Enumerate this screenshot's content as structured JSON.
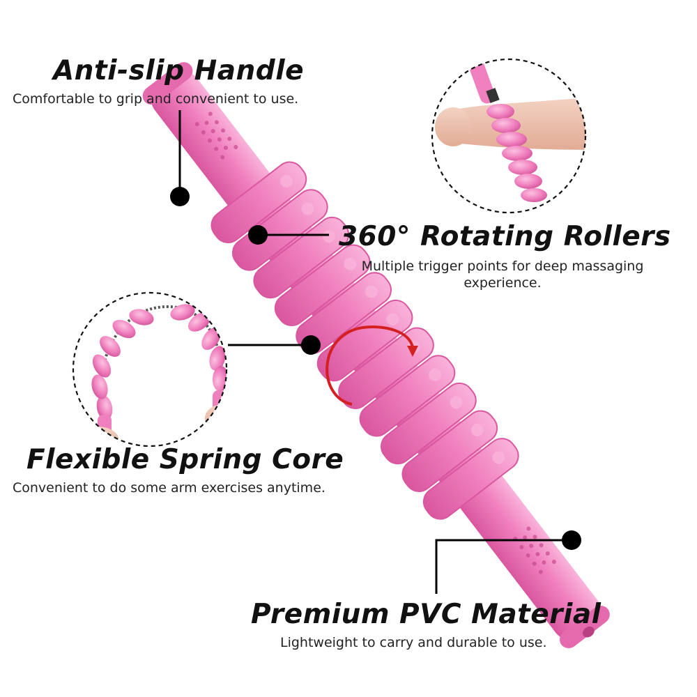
{
  "features": {
    "handle": {
      "title": "Anti-slip Handle",
      "desc": "Comfortable to grip and convenient to use."
    },
    "rollers": {
      "title": "360° Rotating Rollers",
      "desc": "Multiple trigger points for deep massaging experience."
    },
    "spring": {
      "title": "Flexible Spring Core",
      "desc": "Convenient to do some arm exercises anytime."
    },
    "pvc": {
      "title": "Premium PVC Material",
      "desc": "Lightweight to carry and durable to use."
    }
  },
  "colors": {
    "product_pink": "#f07fbe",
    "product_pink_dark": "#d9579f",
    "product_pink_light": "#f9b3da",
    "rotation_arrow": "#d42020",
    "callout": "#000000"
  },
  "icons": {
    "rotation": "rotation-arrow-icon",
    "callout_dot": "callout-dot-icon"
  }
}
